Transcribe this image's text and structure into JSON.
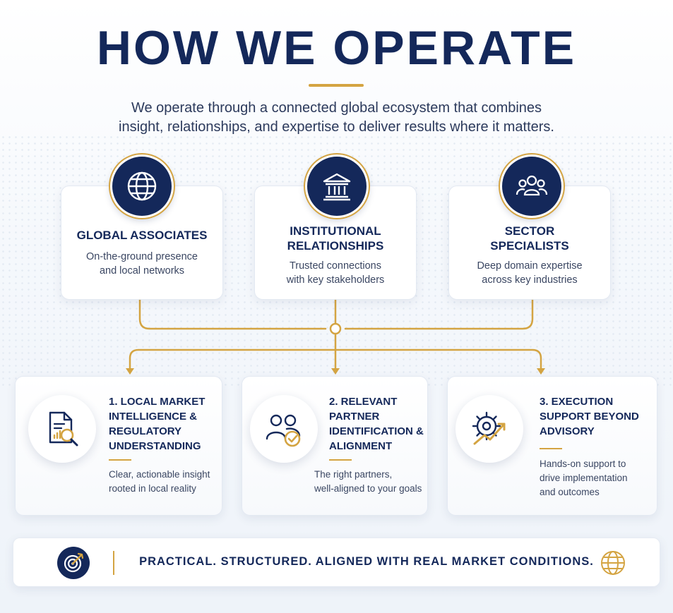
{
  "title": "HOW WE OPERATE",
  "subtitle_line1": "We operate through a connected global ecosystem that combines",
  "subtitle_line2": "insight, relationships, and expertise to deliver results where it matters.",
  "top_cards": [
    {
      "icon": "globe-icon",
      "heading_line1": "GLOBAL ASSOCIATES",
      "heading_line2": "",
      "desc_line1": "On-the-ground presence",
      "desc_line2": "and local networks"
    },
    {
      "icon": "institution-icon",
      "heading_line1": "INSTITUTIONAL",
      "heading_line2": "RELATIONSHIPS",
      "desc_line1": "Trusted connections",
      "desc_line2": "with key stakeholders"
    },
    {
      "icon": "people-group-icon",
      "heading_line1": "SECTOR",
      "heading_line2": "SPECIALISTS",
      "desc_line1": "Deep domain expertise",
      "desc_line2": "across key industries"
    }
  ],
  "bottom_cards": [
    {
      "icon": "document-search-icon",
      "heading": [
        "1. LOCAL MARKET",
        "INTELLIGENCE &",
        "REGULATORY",
        "UNDERSTANDING"
      ],
      "desc": [
        "Clear, actionable insight",
        "rooted in local reality"
      ]
    },
    {
      "icon": "partner-check-icon",
      "heading": [
        "2. RELEVANT",
        "PARTNER",
        "IDENTIFICATION &",
        "ALIGNMENT"
      ],
      "desc": [
        "The right partners,",
        "well-aligned to your goals"
      ]
    },
    {
      "icon": "gear-growth-icon",
      "heading": [
        "3. EXECUTION",
        "SUPPORT BEYOND",
        "ADVISORY"
      ],
      "desc": [
        "Hands-on support to",
        "drive implementation",
        "and outcomes"
      ]
    }
  ],
  "footer": {
    "text": "PRACTICAL. STRUCTURED. ALIGNED WITH REAL MARKET CONDITIONS.",
    "left_icon": "target-icon",
    "right_icon": "globe-icon"
  },
  "colors": {
    "navy": "#14285a",
    "gold": "#d4a442",
    "text": "#3a4662"
  }
}
